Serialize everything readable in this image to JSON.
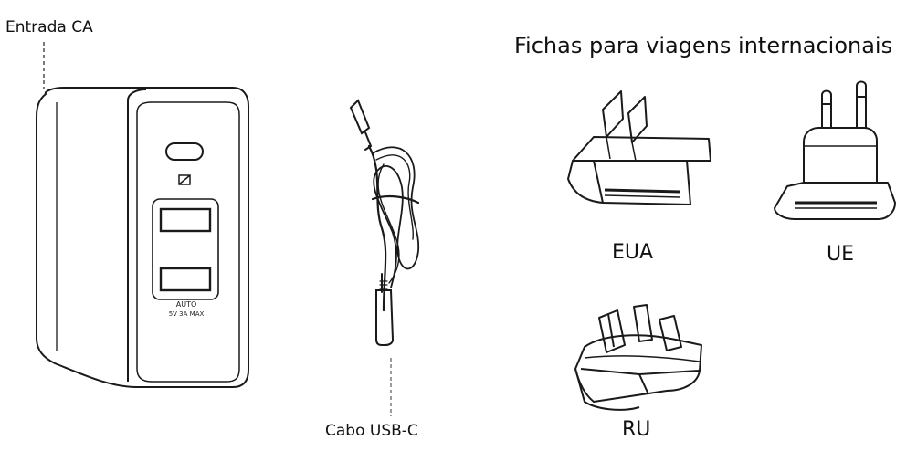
{
  "labels": {
    "ac_input": "Entrada CA",
    "travel_plugs_title": "Fichas para viagens internacionais",
    "plug_usa": "EUA",
    "plug_eu": "UE",
    "plug_uk": "RU",
    "usb_c_cable": "Cabo USB-C",
    "charger_marking_auto": "AUTO",
    "charger_marking_rating": "5V 3A MAX"
  },
  "colors": {
    "line": "#1a1a1a",
    "background": "#ffffff"
  }
}
